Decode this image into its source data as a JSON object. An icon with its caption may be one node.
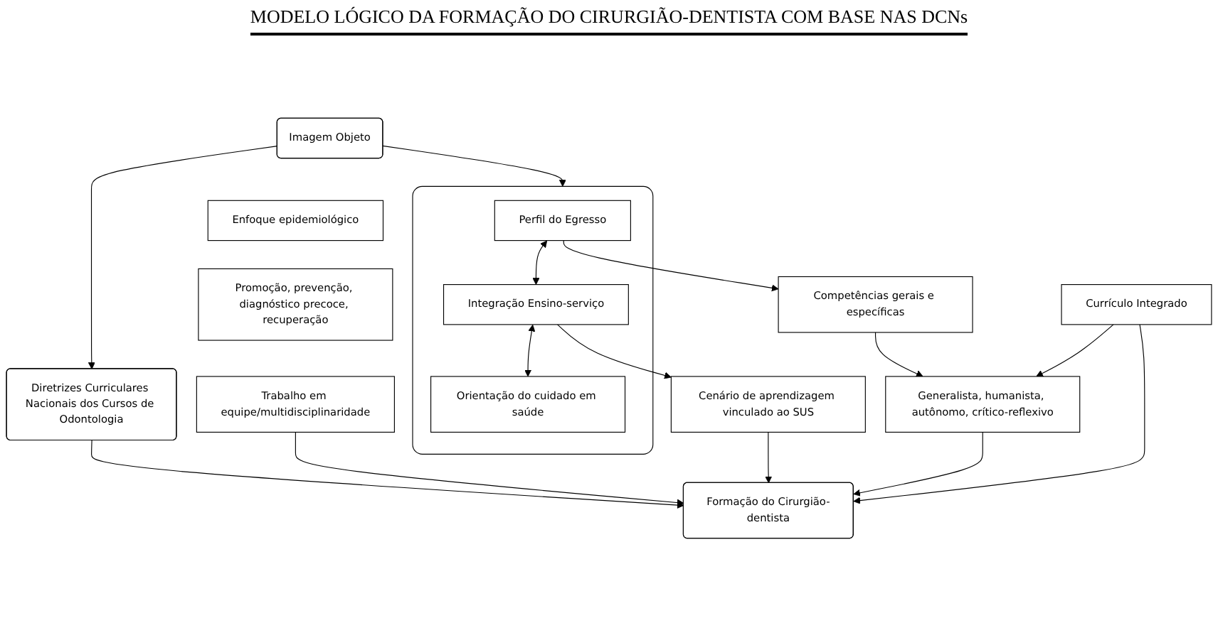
{
  "diagram": {
    "title": "MODELO LÓGICO DA FORMAÇÃO DO CIRURGIÃO-DENTISTA COM BASE NAS DCNs",
    "nodes": [
      {
        "text": [
          "Imagem Objeto"
        ]
      },
      {
        "text": [
          "Diretrizes Curriculares Nacionais dos Cursos de Odontologia"
        ]
      },
      {
        "text": [],
        "shape": "box"
      },
      {
        "text": [
          "Perfil do Egresso"
        ],
        "in": 2
      },
      {
        "text": [
          "Integração Ensino-serviço"
        ],
        "in": 2
      },
      {
        "text": [
          "Orientação do cuidado em saúde"
        ],
        "in": 2
      },
      {
        "text": [
          "Currículo Integrado"
        ]
      },
      {
        "text": [
          "Competências gerais e específicas"
        ]
      },
      {
        "text": [
          "Cenário de aprendizagem vinculado ao SUS"
        ]
      },
      {
        "text": [
          "Enfoque epidemiológico"
        ]
      },
      {
        "text": [
          "Promoção, prevenção, diagnóstico precoce, recuperação"
        ]
      },
      {
        "text": [
          "Generalista, humanista, autônomo, crítico-reflexivo"
        ]
      },
      {
        "text": [
          "Trabalho em equipe/multidisciplinaridade"
        ]
      },
      {
        "text": [
          "Formação do Cirurgião-dentista"
        ]
      }
    ],
    "edges": [
      {
        "from": 0,
        "to": 1,
        "arrow": "to"
      },
      {
        "from": 0,
        "to": 2,
        "arrow": "to"
      },
      {
        "from": 3,
        "to": 4,
        "arrow": "both"
      },
      {
        "from": 4,
        "to": 5,
        "arrow": "both"
      },
      {
        "from": 3,
        "to": 7,
        "arrow": "to"
      },
      {
        "from": 4,
        "to": 8,
        "arrow": "to"
      },
      {
        "from": 7,
        "to": 11,
        "arrow": "to"
      },
      {
        "from": 6,
        "to": 11,
        "arrow": "to"
      },
      {
        "from": 6,
        "to": 13,
        "arrow": "to"
      },
      {
        "from": 11,
        "to": 13,
        "arrow": "to"
      },
      {
        "from": 8,
        "to": 13,
        "arrow": "to"
      },
      {
        "from": 12,
        "to": 13,
        "arrow": "to"
      },
      {
        "from": 1,
        "to": 13,
        "arrow": "to"
      }
    ]
  }
}
